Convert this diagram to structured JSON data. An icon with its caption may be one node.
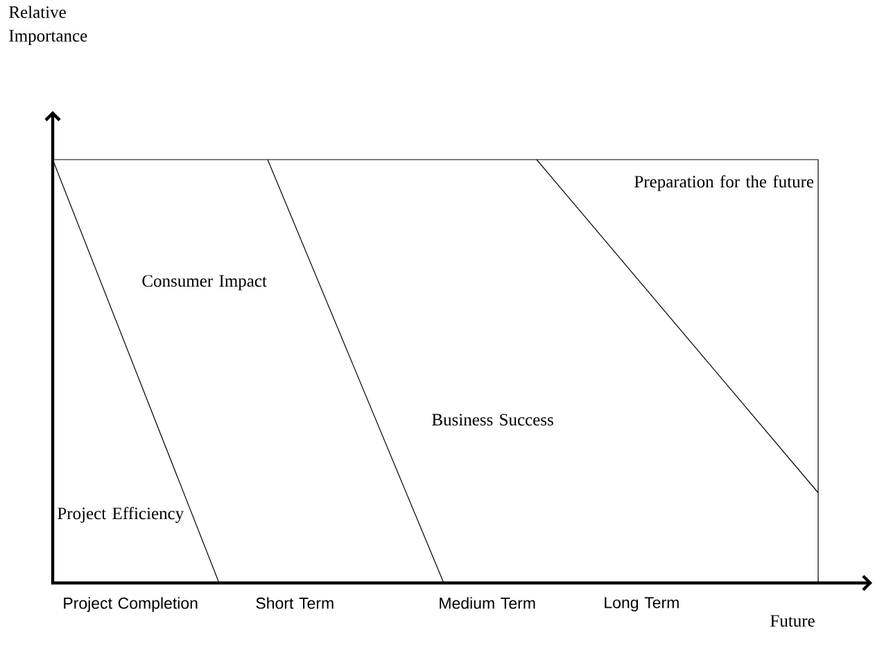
{
  "diagram": {
    "labels": [
      "Relative Importance",
      "Preparation for the future",
      "Consumer Impact",
      "Business Success",
      "Project Efficiency",
      "Project Completion",
      "Short Term",
      "Medium Term",
      "Long Term",
      "Future"
    ]
  }
}
